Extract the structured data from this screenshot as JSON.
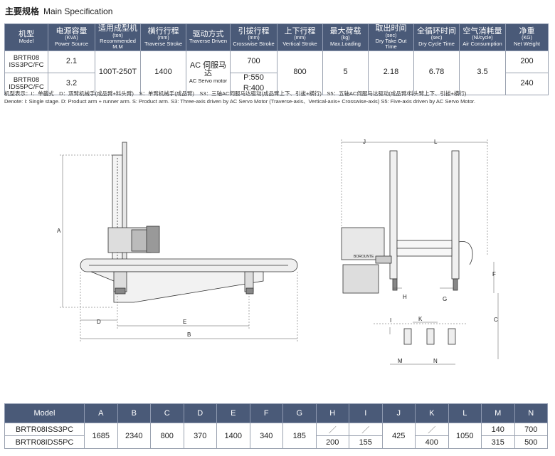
{
  "header": {
    "title_zh": "主要规格",
    "title_en": "Main Specification"
  },
  "spec_table": {
    "headers": [
      {
        "zh": "机型",
        "unit": "",
        "en": "Model"
      },
      {
        "zh": "电源容量",
        "unit": "(KVA)",
        "en": "Power Source"
      },
      {
        "zh": "适用成型机",
        "unit": "(ton)",
        "en": "Recommended M.M"
      },
      {
        "zh": "横行行程",
        "unit": "(mm)",
        "en": "Traverse Stroke"
      },
      {
        "zh": "驱动方式",
        "unit": "",
        "en": "Traverse Driven"
      },
      {
        "zh": "引拔行程",
        "unit": "(mm)",
        "en": "Crosswise Stroke"
      },
      {
        "zh": "上下行程",
        "unit": "(mm)",
        "en": "Vertical Stroke"
      },
      {
        "zh": "最大荷载",
        "unit": "(kg)",
        "en": "Max.Loading"
      },
      {
        "zh": "取出时间",
        "unit": "(sec)",
        "en": "Dry Take Out Time"
      },
      {
        "zh": "全循环时间",
        "unit": "(sec)",
        "en": "Dry Cycle Time"
      },
      {
        "zh": "空气消耗量",
        "unit": "(Nl/cycle)",
        "en": "Air Consumption"
      },
      {
        "zh": "净重",
        "unit": "(KG)",
        "en": "Net Weight"
      }
    ],
    "rows": [
      {
        "model_line1": "BRTR08",
        "model_line2": "ISS3PC/FC",
        "power": "2.1",
        "crosswise": "700",
        "weight": "200"
      },
      {
        "model_line1": "BRTR08",
        "model_line2": "IDS5PC/FC",
        "power": "3.2",
        "crosswise_p": "P:550",
        "crosswise_r": "R:400",
        "weight": "240"
      }
    ],
    "shared": {
      "recommended": "100T-250T",
      "traverse": "1400",
      "driven_zh": "AC 伺服马达",
      "driven_en": "AC Servo motor",
      "vertical": "800",
      "max_loading": "5",
      "take_out": "2.18",
      "cycle": "6.78",
      "air": "3.5"
    }
  },
  "notes": {
    "line1": "机型表示：I：单截式　D：双臂机械手(成品臂+料头臂)　S：单臂机械手(成品臂)　S3：三轴AC伺服马达驱动(成品臂上下、引拔+横行)　S5：五轴AC伺服马达驱动(成品臂/料头臂上下、引拔+横行)",
    "line2": "Denote: I: Single stage.  D: Product arm + runner arm.  S: Product arm.  S3: Three-axis driven by AC Servo Motor (Traverse-axis、Vertical-axis+ Crosswise-axis)  S5: Five-axis driven by AC Servo Motor."
  },
  "drawing_labels": {
    "A": "A",
    "B": "B",
    "C": "C",
    "D": "D",
    "E": "E",
    "F": "F",
    "G": "G",
    "H": "H",
    "I": "I",
    "J": "J",
    "K": "K",
    "L": "L",
    "M": "M",
    "N": "N",
    "plate_text": "BOROUNTE"
  },
  "dims_table": {
    "headers": [
      "Model",
      "A",
      "B",
      "C",
      "D",
      "E",
      "F",
      "G",
      "H",
      "I",
      "J",
      "K",
      "L",
      "M",
      "N"
    ],
    "rows": [
      {
        "model": "BRTR08ISS3PC",
        "H": "／",
        "I": "／",
        "K": "／",
        "M": "140",
        "N": "700"
      },
      {
        "model": "BRTR08IDS5PC",
        "H": "200",
        "I": "155",
        "K": "400",
        "M": "315",
        "N": "500"
      }
    ],
    "shared": {
      "A": "1685",
      "B": "2340",
      "C": "800",
      "D": "370",
      "E": "1400",
      "F": "340",
      "G": "185",
      "J": "425",
      "L": "1050"
    }
  }
}
